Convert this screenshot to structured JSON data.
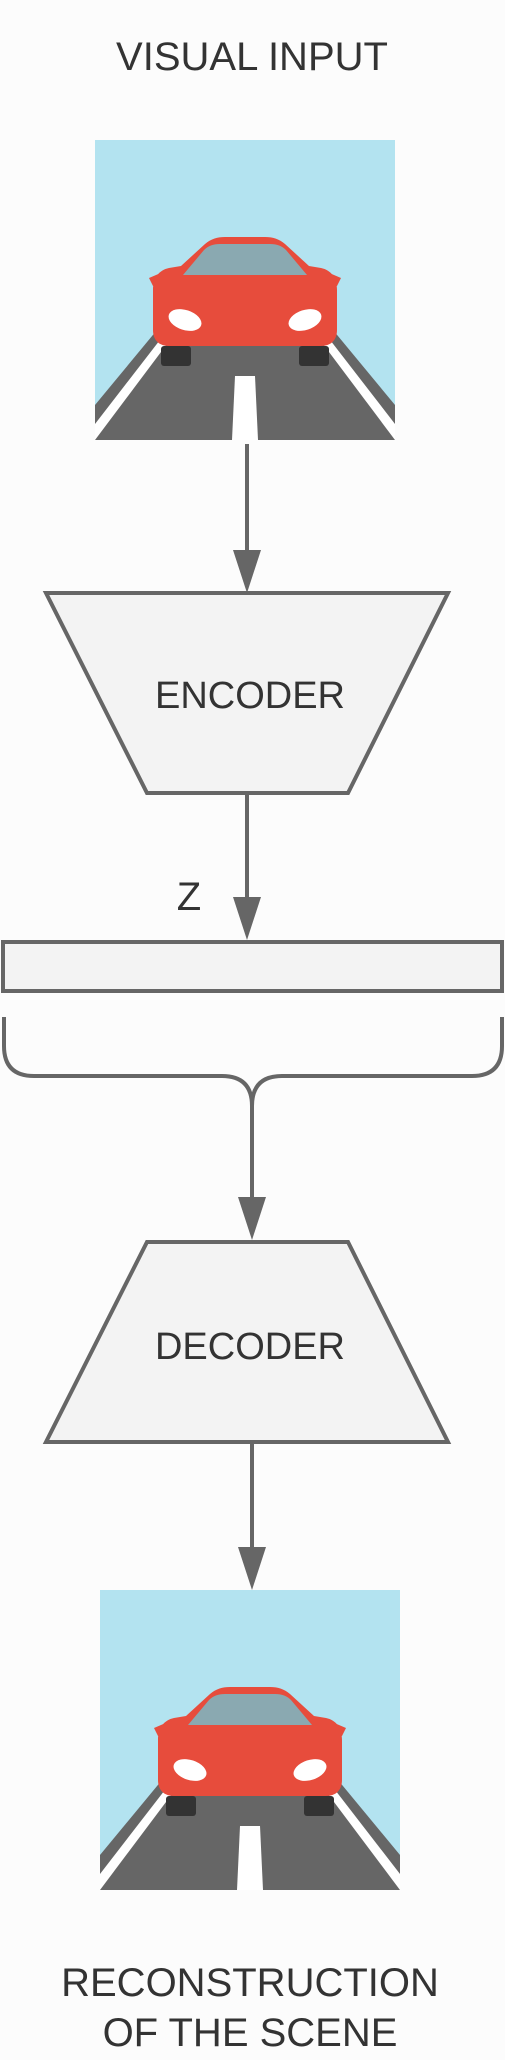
{
  "title": "VISUAL INPUT",
  "encoder_label": "ENCODER",
  "latent_label": "Z",
  "decoder_label": "DECODER",
  "output_label_line1": "RECONSTRUCTION",
  "output_label_line2": "OF THE SCENE",
  "icons": {
    "input_image": "car-on-road-icon",
    "output_image": "car-on-road-icon"
  },
  "colors": {
    "stroke": "#666666",
    "box_fill": "#f3f3f3",
    "sky": "#b3e3f0",
    "road": "#666666",
    "road_marking": "#ffffff",
    "car_body": "#e74c3c",
    "car_window": "#8aa9b1",
    "headlight": "#ffffff",
    "tire": "#333333",
    "text": "#333333"
  }
}
